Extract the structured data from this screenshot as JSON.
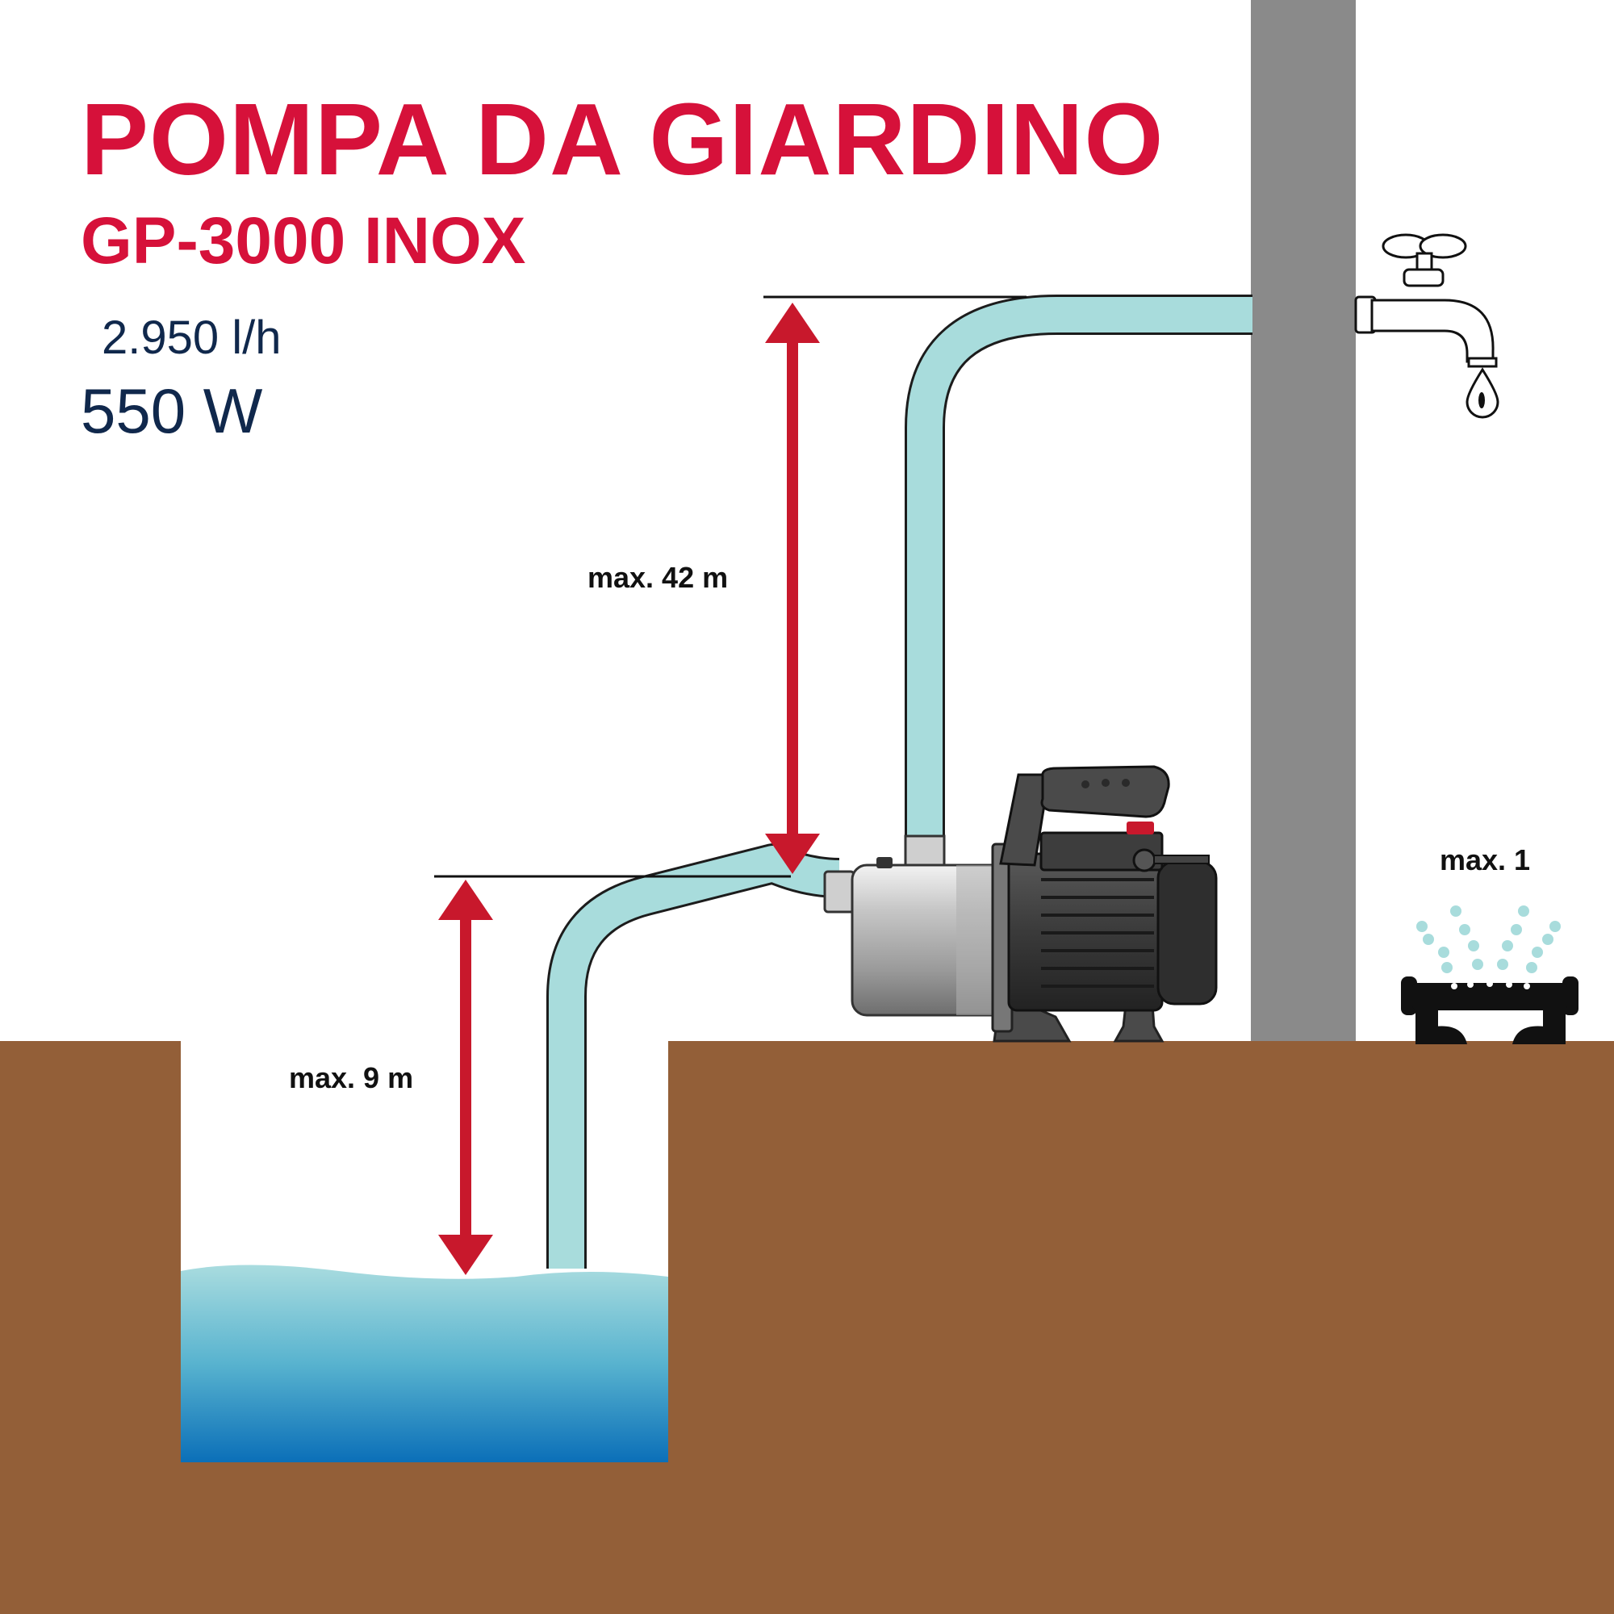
{
  "title": "POMPA DA GIARDINO",
  "model": "GP-3000 INOX",
  "specs": {
    "flow_rate": "2.950 l/h",
    "power": "550 W"
  },
  "dimensions": {
    "delivery_height_label": "max. 42 m",
    "suction_depth_label": "max. 9 m",
    "sprinkler_label": "max. 1"
  },
  "colors": {
    "title_red": "#d6113a",
    "spec_navy": "#10284c",
    "arrow_red": "#c8182c",
    "hose": "#a8dcdc",
    "soil": "#935f38",
    "wall": "#8a8a8a",
    "water_top": "#a9dcdf",
    "water_bottom": "#0b6fb8"
  },
  "icons": [
    "water-tap-icon",
    "water-drop-icon",
    "lawn-sprinkler-icon",
    "garden-pump-icon"
  ]
}
